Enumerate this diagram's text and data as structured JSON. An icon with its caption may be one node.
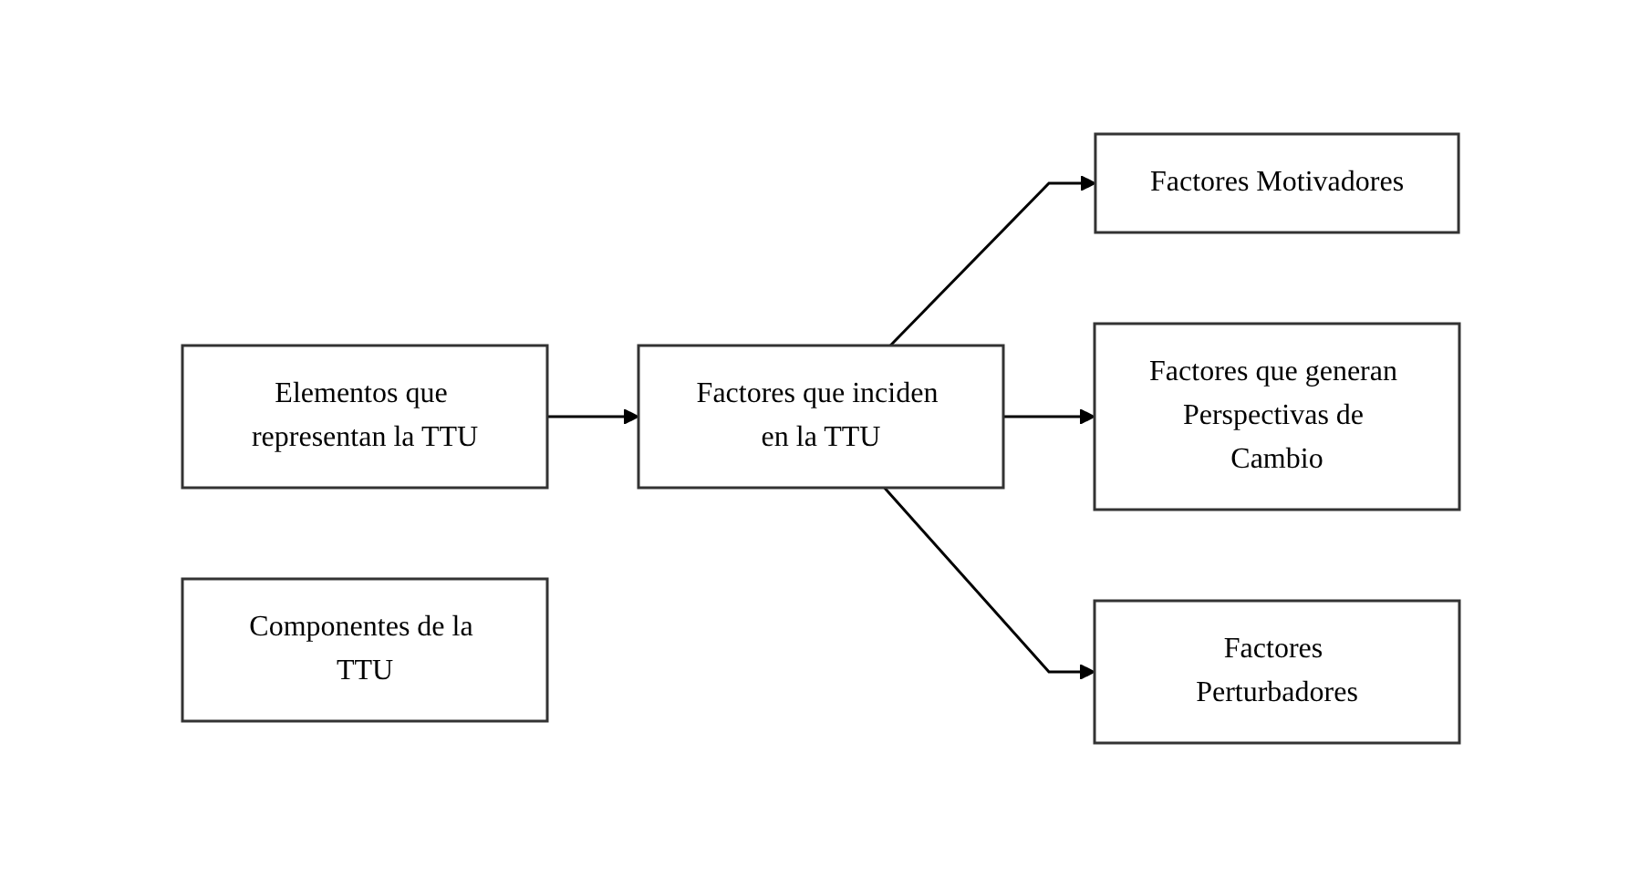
{
  "diagram": {
    "nodes": [
      {
        "text": [
          "Elementos que representan la TTU"
        ]
      },
      {
        "text": [
          "Factores que inciden en la TTU"
        ]
      },
      {
        "text": [
          "Factores Motivadores"
        ]
      },
      {
        "text": [
          "Factores que generan Perspectivas de Cambio"
        ]
      },
      {
        "text": [
          "Factores Perturbadores"
        ]
      },
      {
        "text": [
          "Componentes de la TTU"
        ]
      }
    ],
    "edges": [
      {
        "from": 0,
        "to": 1,
        "arrow": "to"
      },
      {
        "from": 1,
        "to": 2,
        "arrow": "to"
      },
      {
        "from": 1,
        "to": 3,
        "arrow": "to"
      },
      {
        "from": 1,
        "to": 4,
        "arrow": "to"
      }
    ]
  }
}
